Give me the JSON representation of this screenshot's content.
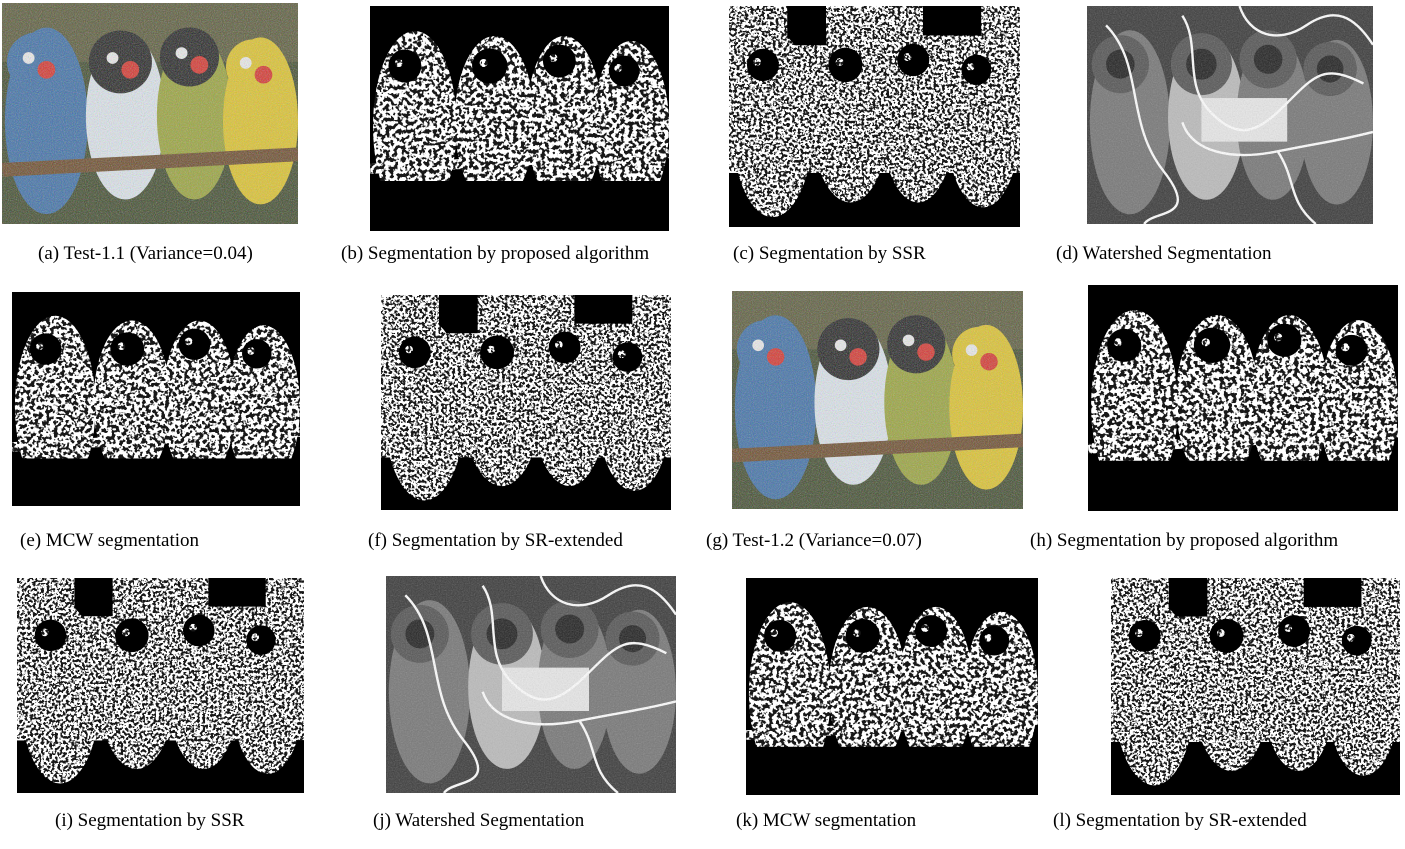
{
  "figure": {
    "panels": [
      {
        "caption": "(a) Test-1.1 (Variance=0.04)",
        "kind": "color-noisy"
      },
      {
        "caption": "(b) Segmentation by proposed algorithm",
        "kind": "binary"
      },
      {
        "caption": "(c) Segmentation by SSR",
        "kind": "binary-sparse"
      },
      {
        "caption": "(d) Watershed Segmentation",
        "kind": "gray-watershed"
      },
      {
        "caption": "(e) MCW segmentation",
        "kind": "binary"
      },
      {
        "caption": "(f) Segmentation by SR-extended",
        "kind": "binary-sparse"
      },
      {
        "caption": "(g) Test-1.2 (Variance=0.07)",
        "kind": "color-noisy"
      },
      {
        "caption": "(h) Segmentation by proposed algorithm",
        "kind": "binary"
      },
      {
        "caption": "(i) Segmentation by SSR",
        "kind": "binary-sparse"
      },
      {
        "caption": "(j) Watershed Segmentation",
        "kind": "gray-watershed"
      },
      {
        "caption": "(k) MCW segmentation",
        "kind": "binary"
      },
      {
        "caption": "(l) Segmentation by SR-extended",
        "kind": "binary-sparse"
      }
    ],
    "parrot_colors": [
      "#3d6fa8",
      "#dfe7ee",
      "#9aa43a",
      "#e0c52a"
    ],
    "beak_color": "#d8322b"
  }
}
